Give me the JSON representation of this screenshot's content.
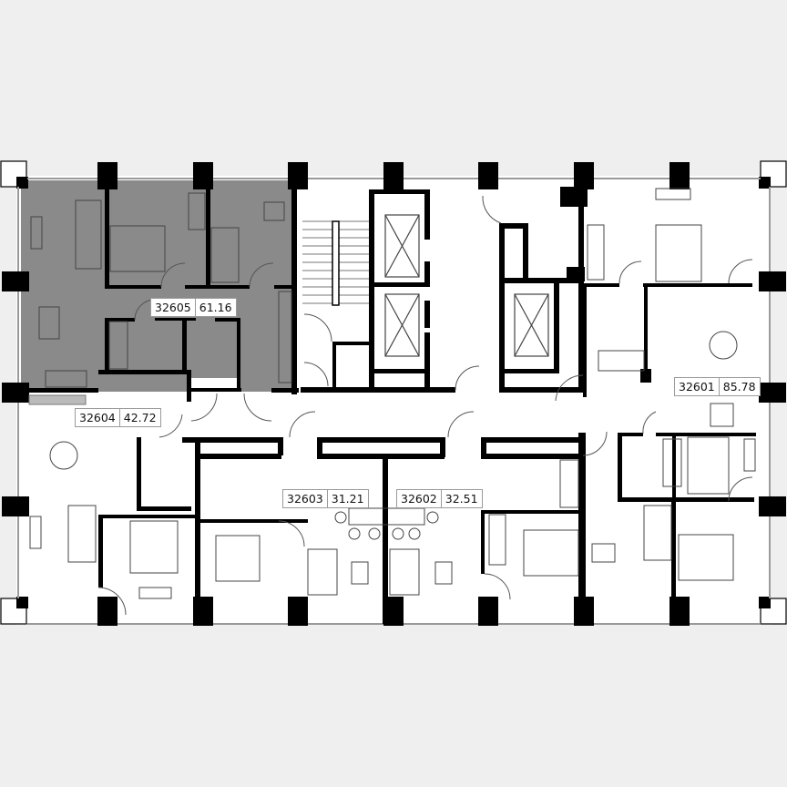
{
  "plan": {
    "type": "floor-plan",
    "colors": {
      "background": "#efefef",
      "floor": "#ffffff",
      "wall": "#000000",
      "highlight": "#8a8a8a",
      "furniture_line": "#555555",
      "glazing": "#9a9a9a"
    },
    "highlighted_apartment": "32605"
  },
  "apartments": [
    {
      "number": "32605",
      "area": "61.16",
      "highlighted": true
    },
    {
      "number": "32601",
      "area": "85.78",
      "highlighted": false
    },
    {
      "number": "32604",
      "area": "42.72",
      "highlighted": false
    },
    {
      "number": "32603",
      "area": "31.21",
      "highlighted": false
    },
    {
      "number": "32602",
      "area": "32.51",
      "highlighted": false
    }
  ],
  "core": {
    "elevators": 3,
    "stairs": 1
  }
}
